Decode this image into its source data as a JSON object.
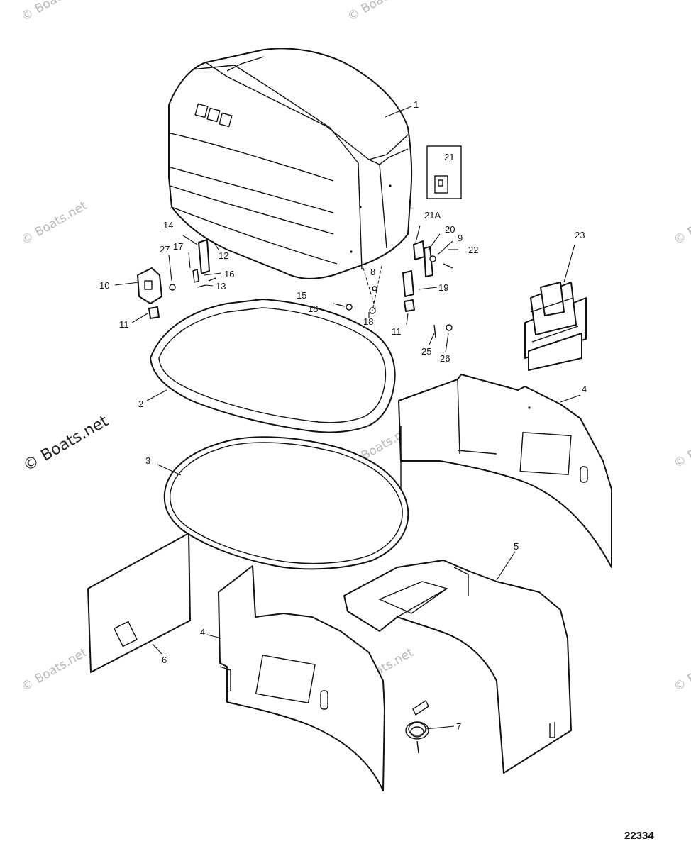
{
  "watermarks": {
    "small": "© Boats.net",
    "large": "© Boats.net"
  },
  "figure_number": "22334",
  "callouts": {
    "c1": "1",
    "c2": "2",
    "c3": "3",
    "c4a": "4",
    "c4b": "4",
    "c5": "5",
    "c6": "6",
    "c7": "7",
    "c8": "8",
    "c9": "9",
    "c10": "10",
    "c11a": "11",
    "c11b": "11",
    "c12": "12",
    "c13": "13",
    "c14": "14",
    "c15": "15",
    "c16": "16",
    "c17": "17",
    "c18a": "18",
    "c18b": "18",
    "c19": "19",
    "c20": "20",
    "c21": "21",
    "c21a": "21A",
    "c22": "22",
    "c23": "23",
    "c25": "25",
    "c26": "26",
    "c27": "27"
  }
}
